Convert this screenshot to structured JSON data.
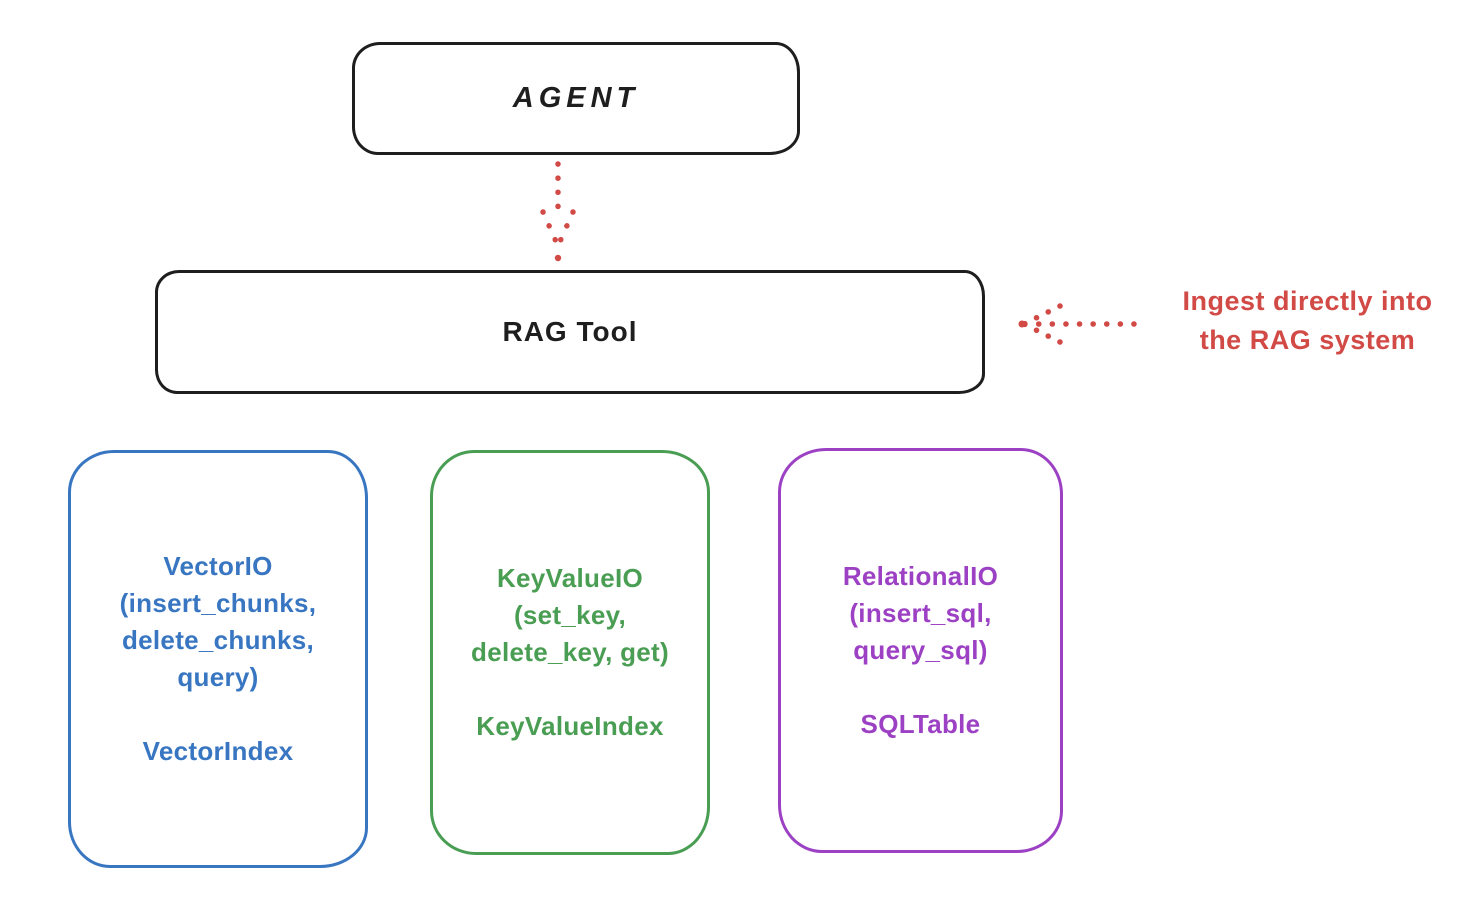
{
  "diagram": {
    "agent_box": {
      "label": "AGENT"
    },
    "rag_tool_box": {
      "label": "RAG Tool"
    },
    "ingest_annotation": {
      "line1": "Ingest directly into",
      "line2": "the RAG system"
    },
    "io_boxes": [
      {
        "name": "vector-io",
        "lines": [
          "VectorIO",
          "(insert_chunks,",
          "delete_chunks,",
          "query)"
        ],
        "index_label": "VectorIndex",
        "color": "#3876c2"
      },
      {
        "name": "keyvalue-io",
        "lines": [
          "KeyValueIO",
          "(set_key,",
          "delete_key, get)"
        ],
        "index_label": "KeyValueIndex",
        "color": "#4a9e53"
      },
      {
        "name": "relational-io",
        "lines": [
          "RelationalIO",
          "(insert_sql,",
          "query_sql)"
        ],
        "index_label": "SQLTable",
        "color": "#9c41c4"
      }
    ],
    "colors": {
      "ink": "#1e1e1e",
      "red": "#d24a46"
    }
  }
}
